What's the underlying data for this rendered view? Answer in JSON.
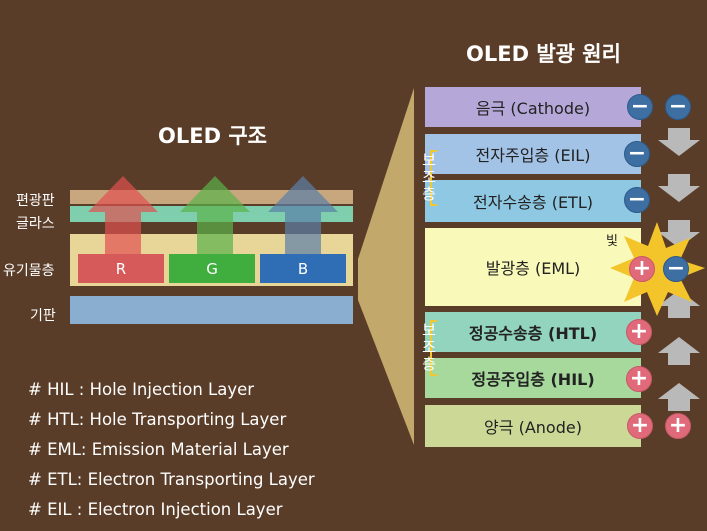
{
  "structure": {
    "title": "OLED 구조",
    "labels": {
      "polarizer": "편광판",
      "glass": "글라스",
      "organic": "유기물층",
      "substrate": "기판"
    },
    "pixels": [
      {
        "label": "R",
        "color": "#d65a5a"
      },
      {
        "label": "G",
        "color": "#3fae3f"
      },
      {
        "label": "B",
        "color": "#2f6db5"
      }
    ]
  },
  "principle": {
    "title": "OLED 발광 원리",
    "layers": [
      {
        "label": "음극 (Cathode)",
        "color": "#b5a8d9"
      },
      {
        "label": "전자주입층 (EIL)",
        "color": "#a3c3e6"
      },
      {
        "label": "전자수송층 (ETL)",
        "color": "#8fc8e3"
      },
      {
        "label": "발광층 (EML)",
        "color": "#f9f9b9"
      },
      {
        "label": "정공수송층 (HTL)",
        "color": "#93d4bf"
      },
      {
        "label": "정공주입층 (HIL)",
        "color": "#a7d99c"
      },
      {
        "label": "양극 (Anode)",
        "color": "#ccd896"
      }
    ],
    "aux_label_top": "보조층",
    "aux_label_bottom": "보조층",
    "light_label": "빛",
    "minus_sign": "−",
    "plus_sign": "+"
  },
  "definitions": [
    "# HIL : Hole Injection Layer",
    "# HTL: Hole Transporting Layer",
    "# EML: Emission Material Layer",
    "# ETL: Electron Transporting Layer",
    "# EIL : Electron Injection Layer"
  ]
}
